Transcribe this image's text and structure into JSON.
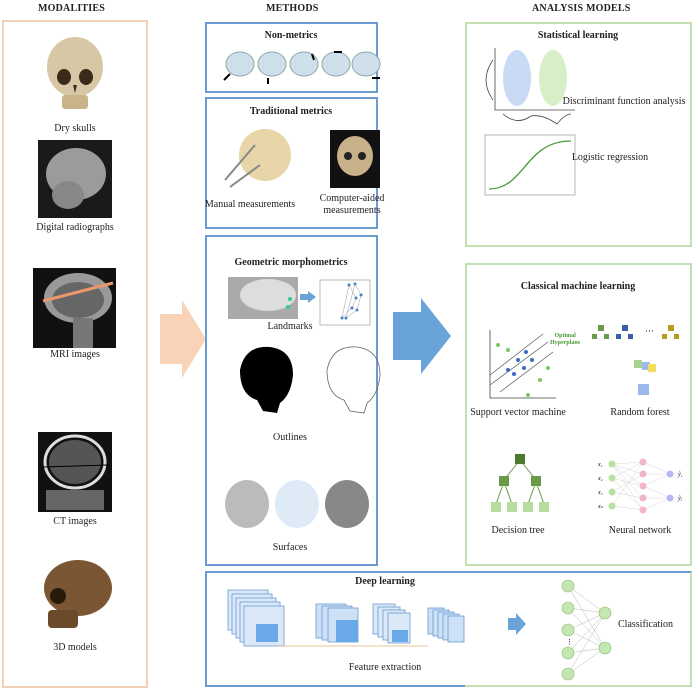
{
  "headers": {
    "modalities": "MODALITIES",
    "methods": "METHODS",
    "analysis": "ANALYSIS MODELS"
  },
  "modalities": [
    "Dry skulls",
    "Digital radiographs",
    "MRI images",
    "CT images",
    "3D models"
  ],
  "methods": {
    "non_metrics": "Non-metrics",
    "traditional": {
      "title": "Traditional metrics",
      "manual": "Manual measurements",
      "computer_1": "Computer-aided",
      "computer_2": "measurements"
    },
    "geometric": {
      "title": "Geometric morphometrics",
      "landmarks": "Landmarks",
      "outlines": "Outlines",
      "surfaces": "Surfaces"
    }
  },
  "analysis": {
    "statistical": {
      "title": "Statistical learning",
      "dfa": "Discriminant function analysis",
      "logreg": "Logistic regression"
    },
    "classical": {
      "title": "Classical machine learning",
      "svm": "Support vector machine",
      "svm_note_1": "Optimal",
      "svm_note_2": "Hyperplane",
      "rf": "Random forest",
      "dt": "Decision tree",
      "nn": "Neural network"
    },
    "deep": {
      "title": "Deep learning",
      "feature": "Feature extraction",
      "classification": "Classification"
    }
  },
  "colors": {
    "orange": "#f5cfb3",
    "blue": "#6a9bd1",
    "green": "#c3e0b0"
  }
}
